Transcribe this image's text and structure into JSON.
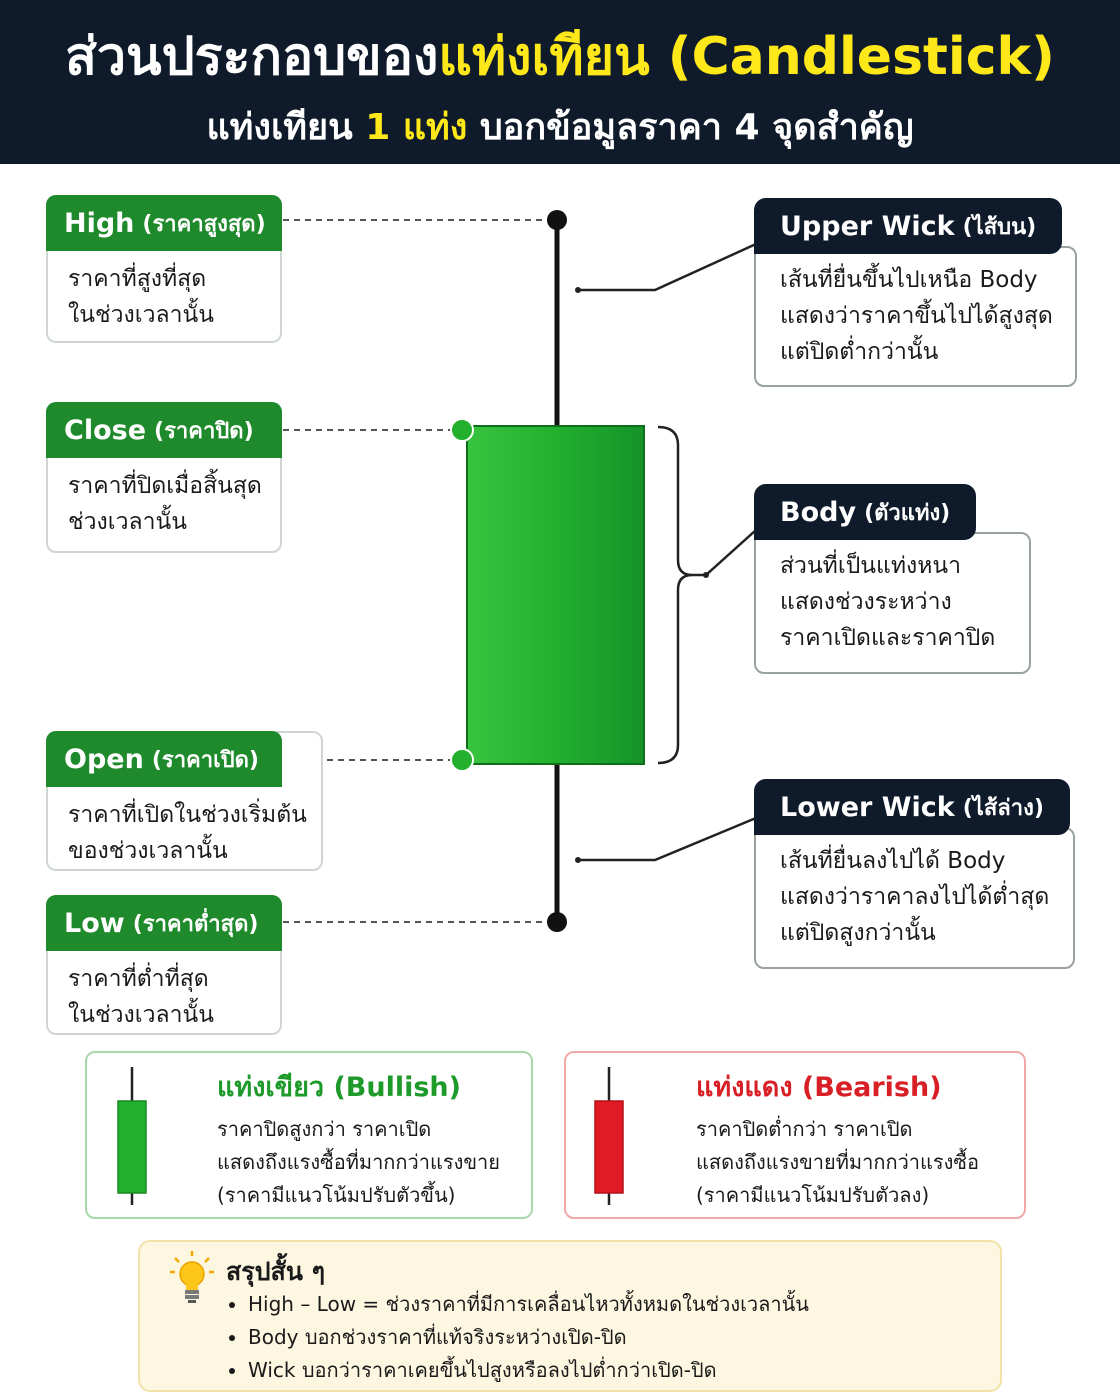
{
  "header": {
    "title_a": "ส่วนประกอบของ",
    "title_b": "แท่งเทียน (Candlestick)",
    "subtitle_a": "แท่งเทียน",
    "subtitle_b": "1 แท่ง",
    "subtitle_c": "บอกข้อมูลราคา 4 จุดสำคัญ"
  },
  "left_cards": {
    "high": {
      "title": "High",
      "subtitle": "(ราคาสูงสุด)",
      "desc": "ราคาที่สูงที่สุด\nในช่วงเวลานั้น"
    },
    "close": {
      "title": "Close",
      "subtitle": "(ราคาปิด)",
      "desc": "ราคาที่ปิดเมื่อสิ้นสุด\nช่วงเวลานั้น"
    },
    "open": {
      "title": "Open",
      "subtitle": "(ราคาเปิด)",
      "desc": "ราคาที่เปิดในช่วงเริ่มต้น\nของช่วงเวลานั้น"
    },
    "low": {
      "title": "Low",
      "subtitle": "(ราคาต่ำสุด)",
      "desc": "ราคาที่ต่ำที่สุด\nในช่วงเวลานั้น"
    }
  },
  "right_cards": {
    "upper_wick": {
      "title": "Upper Wick",
      "subtitle": "(ไส้บน)",
      "desc": "เส้นที่ยื่นขึ้นไปเหนือ Body\nแสดงว่าราคาขึ้นไปได้สูงสุด\nแต่ปิดต่ำกว่านั้น"
    },
    "body": {
      "title": "Body",
      "subtitle": "(ตัวแท่ง)",
      "desc": "ส่วนที่เป็นแท่งหนา\nแสดงช่วงระหว่าง\nราคาเปิดและราคาปิด"
    },
    "lower_wick": {
      "title": "Lower Wick",
      "subtitle": "(ไส้ล่าง)",
      "desc": "เส้นที่ยื่นลงไปได้ Body\nแสดงว่าราคาลงไปได้ต่ำสุด\nแต่ปิดสูงกว่านั้น"
    }
  },
  "types": {
    "bullish": {
      "title": "แท่งเขียว (Bullish)",
      "desc": "ราคาปิดสูงกว่า ราคาเปิด\nแสดงถึงแรงซื้อที่มากกว่าแรงขาย\n(ราคามีแนวโน้มปรับตัวขึ้น)",
      "color": "#1e9a2a"
    },
    "bearish": {
      "title": "แท่งแดง (Bearish)",
      "desc": "ราคาปิดต่ำกว่า ราคาเปิด\nแสดงถึงแรงขายที่มากกว่าแรงซื้อ\n(ราคามีแนวโน้มปรับตัวลง)",
      "color": "#d81f26"
    }
  },
  "summary": {
    "title": "สรุปสั้น ๆ",
    "bullets": [
      "High – Low = ช่วงราคาที่มีการเคลื่อนไหวทั้งหมดในช่วงเวลานั้น",
      "Body บอกช่วงราคาที่แท้จริงระหว่างเปิด-ปิด",
      "Wick บอกว่าราคาเคยขึ้นไปสูงหรือลงไปต่ำกว่าเปิด-ปิด"
    ],
    "icon": "lightbulb-icon"
  },
  "colors": {
    "header_bg": "#0f1b2a",
    "accent_yellow": "#ffe81a",
    "green": "#1f8a2b",
    "candle_green": "#22b02e",
    "red": "#d81f26"
  }
}
